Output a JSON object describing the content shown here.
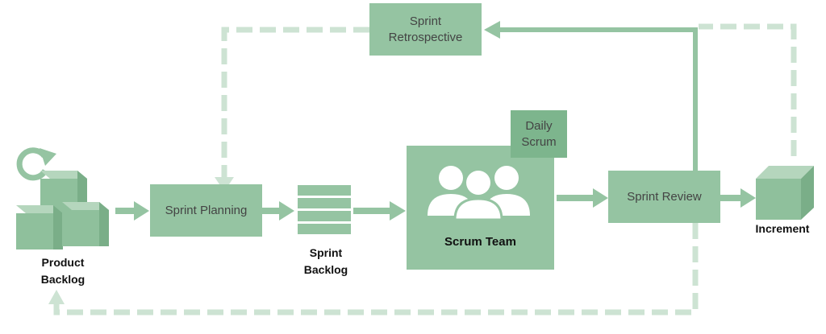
{
  "colors": {
    "box_fill": "#95c4a2",
    "daily_scrum_fill": "#7db58d",
    "arrow": "#95c4a2",
    "loop_dashed": "#cde3d3",
    "box_text": "#444444",
    "label_text": "#111111"
  },
  "nodes": {
    "sprint_retrospective": "Sprint\nRetrospective",
    "sprint_planning": "Sprint Planning",
    "daily_scrum": "Daily\nScrum",
    "scrum_team": "Scrum Team",
    "sprint_review": "Sprint Review"
  },
  "labels": {
    "product_backlog": "Product\nBacklog",
    "sprint_backlog": "Sprint\nBacklog",
    "increment": "Increment"
  },
  "icons": [
    "refresh-cycle-icon",
    "cubes-stack-icon",
    "list-stack-icon",
    "people-group-icon",
    "cube-icon"
  ]
}
